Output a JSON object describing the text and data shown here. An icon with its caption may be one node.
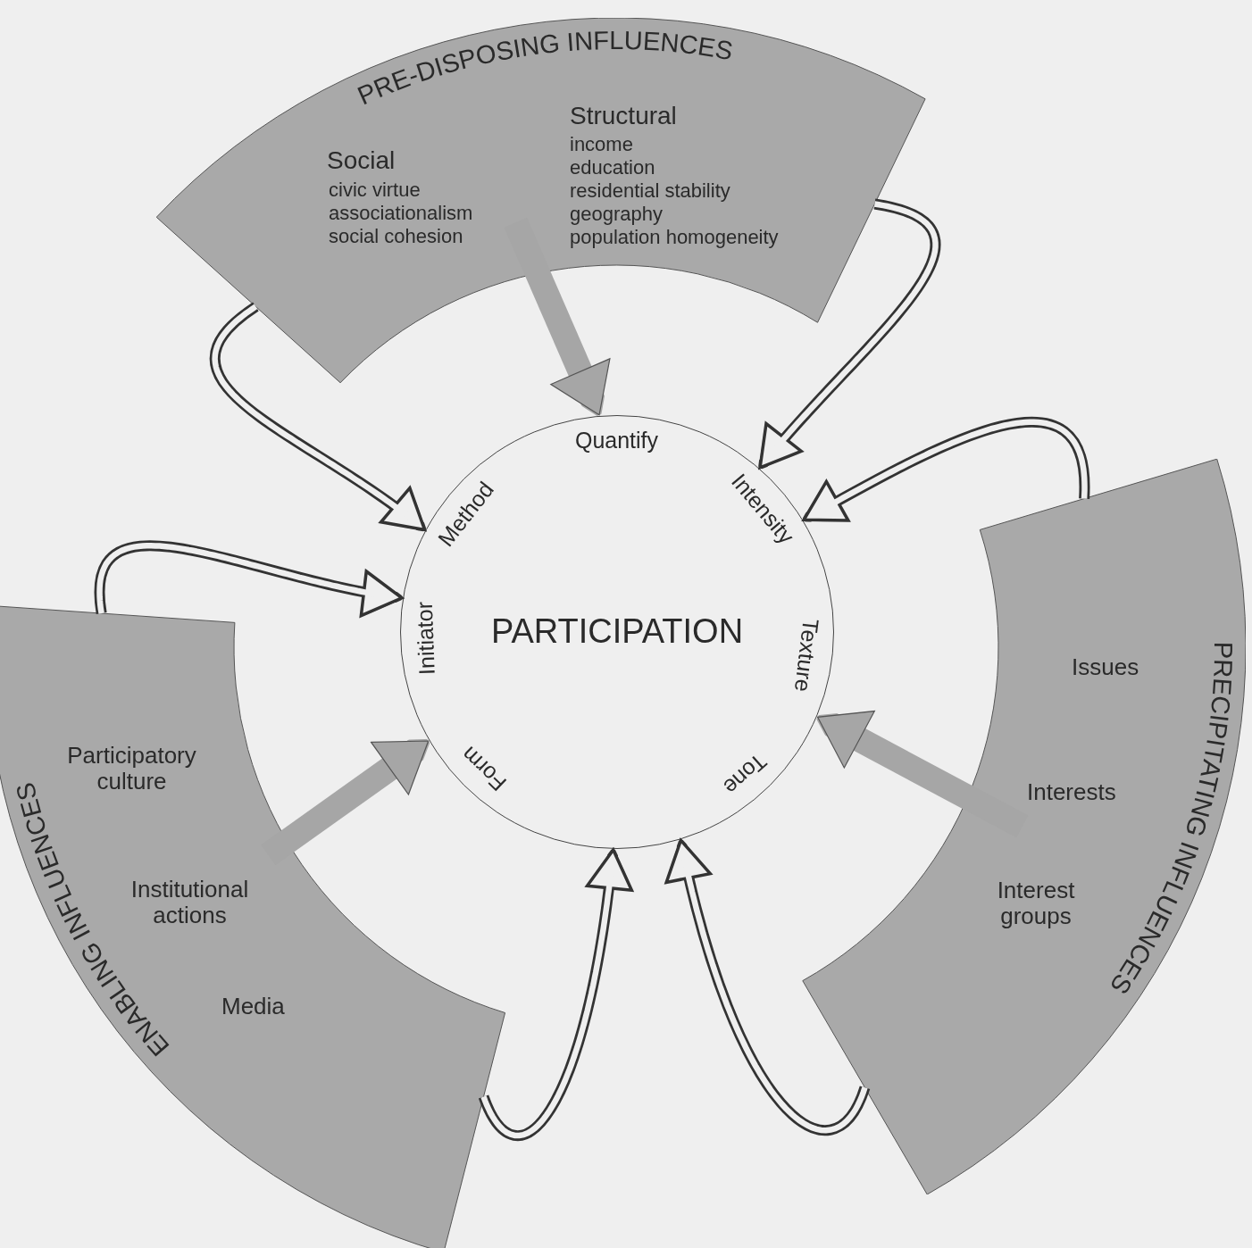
{
  "diagram": {
    "nodes": [
      {
        "text": [
          "PRE-DISPOSING INFLUENCES",
          "Social",
          "civic virtue",
          "associationalism",
          "social cohesion",
          "Structural",
          "income",
          "education",
          "residential stability",
          "geography",
          "population homogeneity"
        ]
      },
      {
        "text": [
          "PRECIPITATING INFLUENCES",
          "Issues",
          "Interests",
          "Interest groups"
        ]
      },
      {
        "text": [
          "ENABLING INFLUENCES",
          "Participatory culture",
          "Institutional actions",
          "Media"
        ]
      },
      {
        "text": [
          "Quantify",
          "Method",
          "Intensity",
          "Initiator",
          "PARTICIPATION",
          "Texture",
          "Form",
          "Tone"
        ]
      }
    ],
    "edges": [
      {
        "from": 0,
        "to": 3,
        "arrow": "to",
        "style": "thick",
        "color": "#a6a6a6"
      },
      {
        "from": 1,
        "to": 3,
        "arrow": "to",
        "style": "thick",
        "color": "#a6a6a6"
      },
      {
        "from": 2,
        "to": 3,
        "arrow": "to",
        "style": "thick",
        "color": "#a6a6a6"
      },
      {
        "from": 0,
        "to": 3,
        "arrow": "to"
      },
      {
        "from": 1,
        "to": 3,
        "arrow": "to"
      },
      {
        "from": 0,
        "to": 3,
        "arrow": "to"
      },
      {
        "from": 2,
        "to": 3,
        "arrow": "to"
      },
      {
        "from": 2,
        "to": 3,
        "arrow": "to"
      },
      {
        "from": 1,
        "to": 3,
        "arrow": "to"
      }
    ]
  }
}
